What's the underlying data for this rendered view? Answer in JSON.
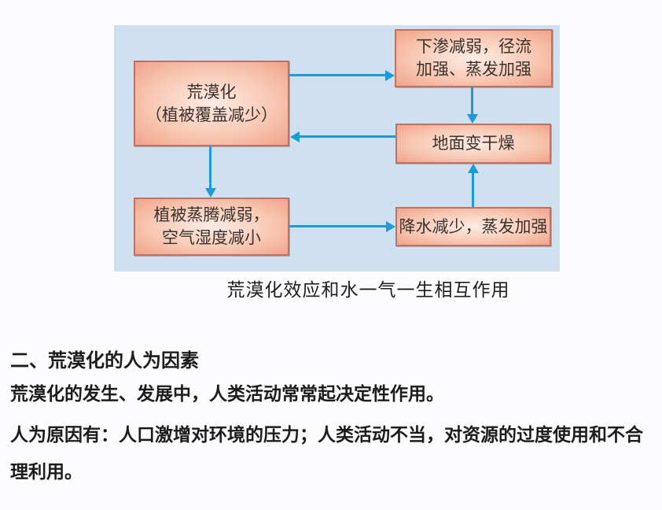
{
  "diagram": {
    "caption": "荒漠化效应和水一气一生相互作用",
    "boxes": {
      "desertification": {
        "lines": [
          "荒漠化",
          "（植被覆盖减少）"
        ]
      },
      "infiltration_runoff": {
        "lines": [
          "下渗减弱，径流",
          "加强、蒸发加强"
        ]
      },
      "ground_dry": {
        "lines": [
          "地面变干燥"
        ]
      },
      "transpiration_humidity": {
        "lines": [
          "植被蒸腾减弱，",
          "空气湿度减小"
        ]
      },
      "precipitation_evaporation": {
        "lines": [
          "降水减少，蒸发加强"
        ]
      }
    },
    "arrows": [
      {
        "from": "desertification",
        "to": "infiltration_runoff",
        "direction": "right"
      },
      {
        "from": "infiltration_runoff",
        "to": "ground_dry",
        "direction": "down"
      },
      {
        "from": "ground_dry",
        "to": "desertification",
        "direction": "left"
      },
      {
        "from": "desertification",
        "to": "transpiration_humidity",
        "direction": "down"
      },
      {
        "from": "transpiration_humidity",
        "to": "precipitation_evaporation",
        "direction": "right"
      },
      {
        "from": "precipitation_evaporation",
        "to": "ground_dry",
        "direction": "up"
      }
    ],
    "colors": {
      "panel_bg": "#cfe0f0",
      "arrow": "#1e9ad6",
      "box_border": "#bd7267",
      "box_edge": "#f1a388",
      "box_center": "#fdece3",
      "box_text": "#3b322e",
      "text": "#1c1c1c"
    }
  },
  "content": {
    "heading": "二、荒漠化的人为因素",
    "para1": "荒漠化的发生、发展中，人类活动常常起决定性作用。",
    "para2": "人为原因有：人口激增对环境的压力；人类活动不当，对资源的过度使用和不合理利用。"
  }
}
